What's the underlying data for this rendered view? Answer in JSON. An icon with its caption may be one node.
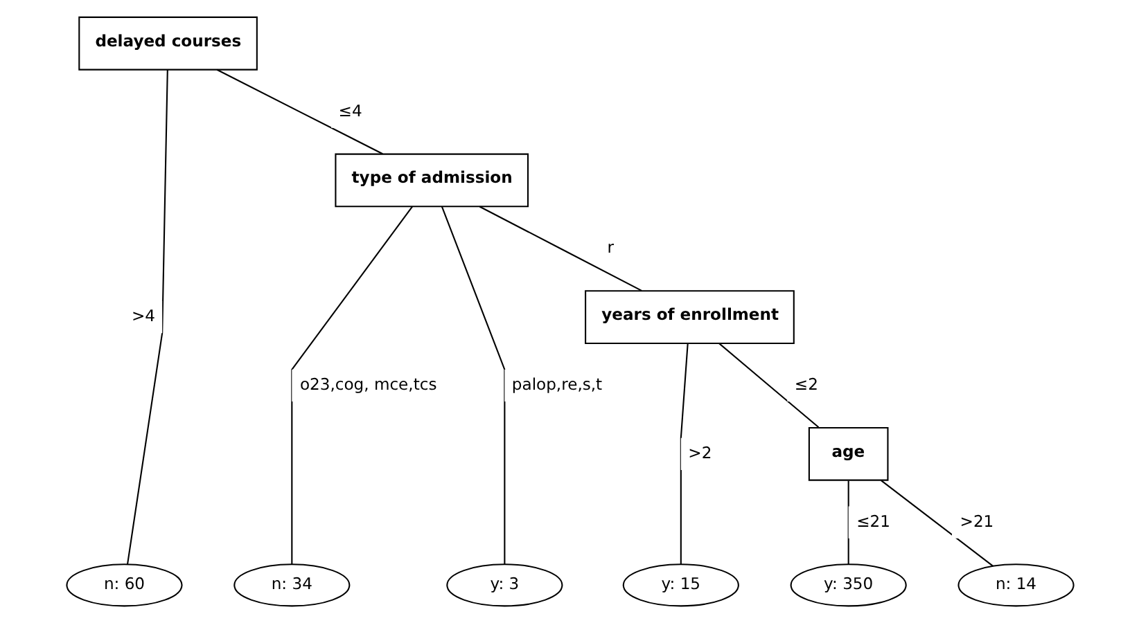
{
  "diagram": {
    "nodes": [
      {
        "text": [
          "delayed courses"
        ]
      },
      {
        "text": [
          "type of admission"
        ]
      },
      {
        "text": [
          "years of enrollment"
        ]
      },
      {
        "text": [
          "age"
        ]
      },
      {
        "text": [
          "n: 60"
        ]
      },
      {
        "text": [
          "n: 34"
        ]
      },
      {
        "text": [
          "y: 3"
        ]
      },
      {
        "text": [
          "y: 15"
        ]
      },
      {
        "text": [
          "y: 350"
        ]
      },
      {
        "text": [
          "n: 14"
        ]
      }
    ],
    "edges": [
      {
        "from": 0,
        "to": 4,
        "arrow": "none",
        "label": ">4"
      },
      {
        "from": 0,
        "to": 1,
        "arrow": "none",
        "label": "≤4"
      },
      {
        "from": 1,
        "to": 5,
        "arrow": "none",
        "label": "o23,cog, mce,tcs"
      },
      {
        "from": 1,
        "to": 6,
        "arrow": "none",
        "label": "palop,re,s,t"
      },
      {
        "from": 1,
        "to": 2,
        "arrow": "none",
        "label": "r"
      },
      {
        "from": 2,
        "to": 7,
        "arrow": "none",
        "label": ">2"
      },
      {
        "from": 2,
        "to": 3,
        "arrow": "none",
        "label": "≤2"
      },
      {
        "from": 3,
        "to": 8,
        "arrow": "none",
        "label": "≤21"
      },
      {
        "from": 3,
        "to": 9,
        "arrow": "none",
        "label": ">21"
      }
    ]
  }
}
